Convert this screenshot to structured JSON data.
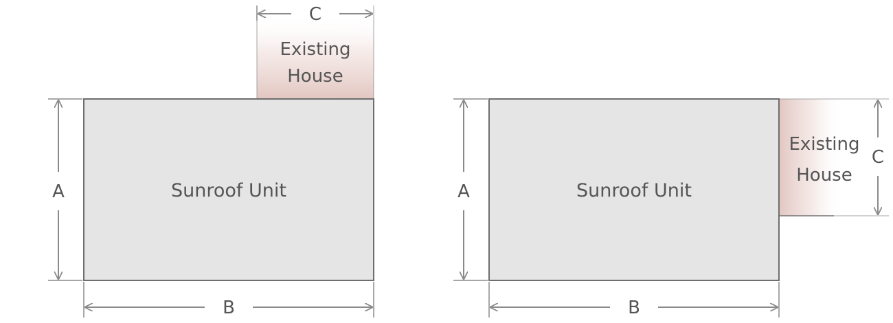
{
  "colors": {
    "unit_fill": "#e5e5e5",
    "unit_stroke": "#6e6e6e",
    "house_tint": "#e2c6c1",
    "dim_line": "#8a8a8a",
    "text": "#555555"
  },
  "layouts": [
    {
      "unit_label": "Sunroof Unit",
      "house_line1": "Existing",
      "house_line2": "House",
      "dim_a": "A",
      "dim_b": "B",
      "dim_c": "C"
    },
    {
      "unit_label": "Sunroof Unit",
      "house_line1": "Existing",
      "house_line2": "House",
      "dim_a": "A",
      "dim_b": "B",
      "dim_c": "C"
    }
  ]
}
